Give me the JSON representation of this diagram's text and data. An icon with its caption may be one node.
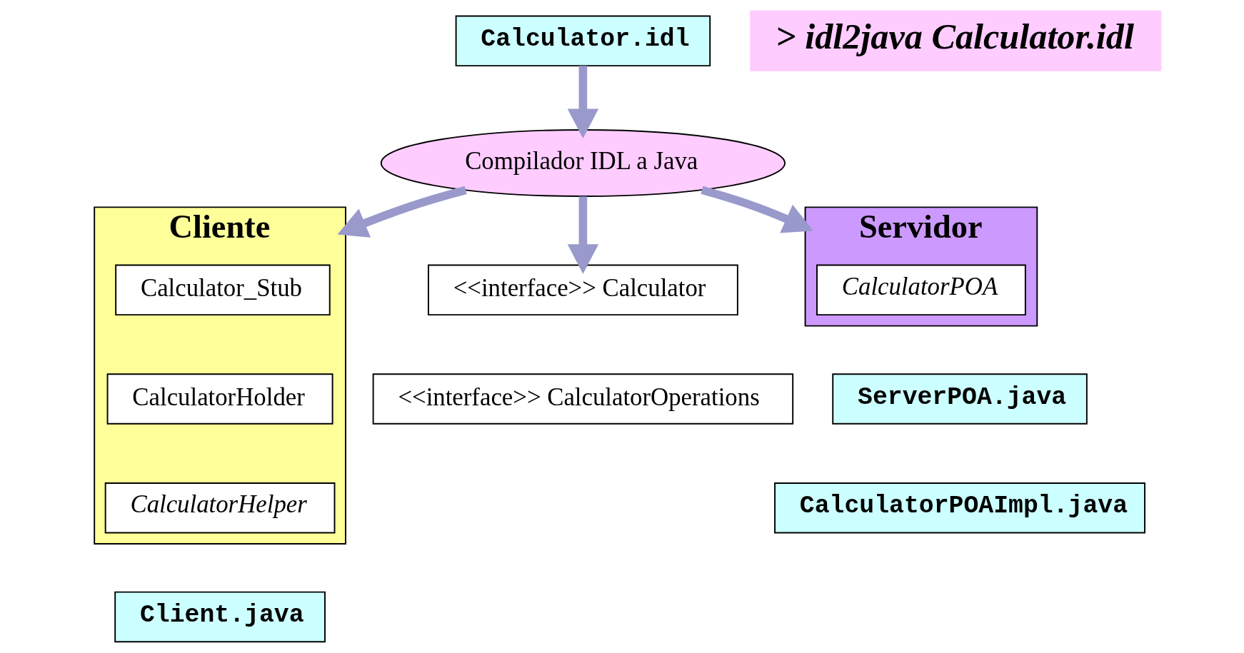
{
  "diagram": {
    "nodes": [
      {
        "text": [
          "Calculator.idl"
        ]
      },
      {
        "text": [
          "> idl2java Calculator.idl"
        ]
      },
      {
        "text": [
          "Compilador IDL a Java"
        ]
      },
      {
        "text": [
          "Cliente"
        ]
      },
      {
        "text": [
          "Calculator_Stub"
        ],
        "in": 3
      },
      {
        "text": [
          "CalculatorHolder"
        ],
        "in": 3
      },
      {
        "text": [
          "CalculatorHelper"
        ],
        "in": 3
      },
      {
        "text": [
          "Client.java"
        ]
      },
      {
        "text": [
          "<<interface>> Calculator"
        ]
      },
      {
        "text": [
          "<<interface>> CalculatorOperations"
        ]
      },
      {
        "text": [
          "Servidor"
        ]
      },
      {
        "text": [
          "CalculatorPOA"
        ],
        "in": 10
      },
      {
        "text": [
          "ServerPOA.java"
        ]
      },
      {
        "text": [
          "CalculatorPOAImpl.java"
        ]
      }
    ],
    "edges": [
      {
        "from": 0,
        "to": 2,
        "arrow": "to"
      },
      {
        "from": 2,
        "to": 3,
        "arrow": "to"
      },
      {
        "from": 2,
        "to": 8,
        "arrow": "to"
      },
      {
        "from": 2,
        "to": 10,
        "arrow": "to"
      }
    ]
  }
}
